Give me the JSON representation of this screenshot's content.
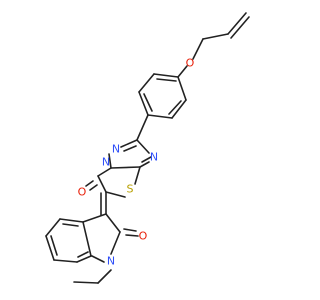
{
  "molecule": {
    "colors": {
      "bond": "#222222",
      "N": "#3050F8",
      "O": "#E8200A",
      "S": "#B8A000"
    },
    "atoms": {
      "o_allyl": "O",
      "n_triazole_a": "N",
      "n_triazole_b": "N",
      "n_triazole_c": "N",
      "o_lactam_top": "O",
      "s_thiazole": "S",
      "n_indole": "N",
      "o_lactam_bottom": "O"
    }
  }
}
